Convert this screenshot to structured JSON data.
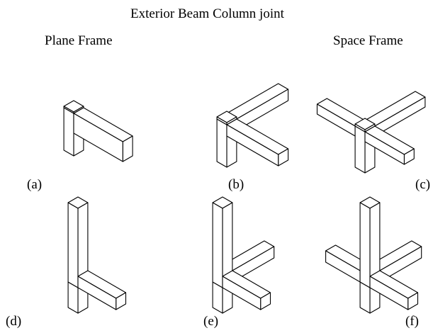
{
  "title": "Exterior Beam Column joint",
  "plane_frame_label": "Plane Frame",
  "space_frame_label": "Space Frame",
  "labels": {
    "a": "(a)",
    "b": "(b)",
    "c": "(c)",
    "d": "(d)",
    "e": "(e)",
    "f": "(f)"
  },
  "colors": {
    "line": "#000000",
    "background": "#ffffff"
  }
}
